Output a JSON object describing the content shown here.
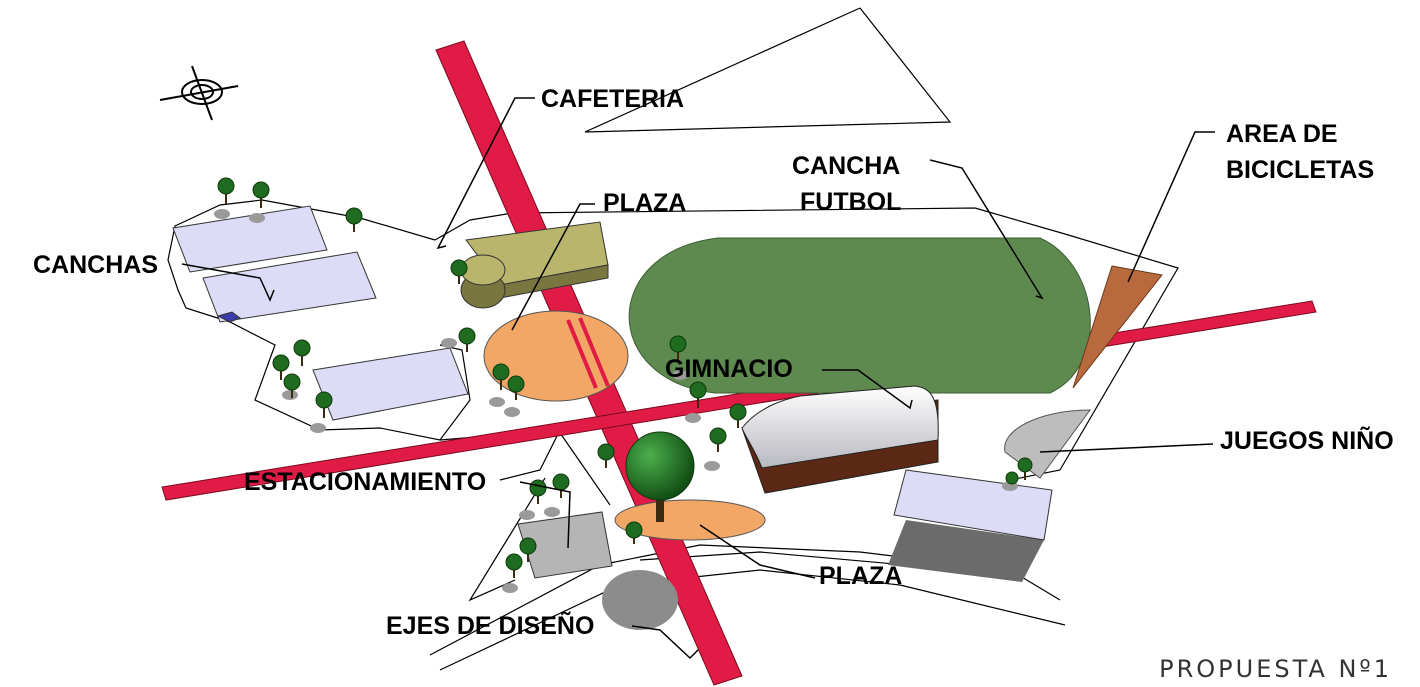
{
  "labels": {
    "cafeteria": "CAFETERIA",
    "plaza_top": "PLAZA",
    "cancha_futbol_1": "CANCHA",
    "cancha_futbol_2": "FUTBOL",
    "area_bicicletas_1": "AREA DE",
    "area_bicicletas_2": "BICICLETAS",
    "canchas": "CANCHAS",
    "gimnacio": "GIMNACIO",
    "juegos_ninos": "JUEGOS NIÑO",
    "estacionamiento": "ESTACIONAMIENTO",
    "plaza_bottom": "PLAZA",
    "ejes_de_diseno": "EJES DE DISEÑO"
  },
  "title": "PROPUESTA Nº1",
  "colors": {
    "axis": "#e01b45",
    "football_field": "#5f8a4f",
    "plaza": "#f3a766",
    "cafeteria": "#b9b56d",
    "court": "#dcdcf6",
    "gym_roof": "#e2e2e8",
    "gym_wall": "#5a2814",
    "bike_area": "#b86a3e",
    "tree": "#1f6b1f",
    "shadow": "#8c8c8c"
  },
  "icons": [
    "compass-icon"
  ]
}
